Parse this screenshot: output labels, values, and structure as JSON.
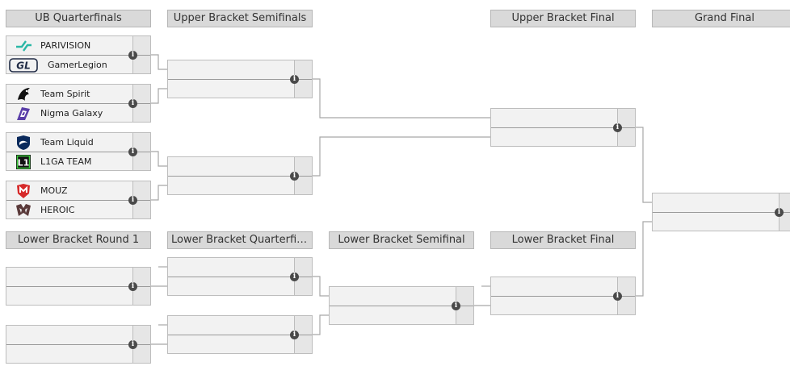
{
  "headers": {
    "ub_quarterfinals": "UB Quarterfinals",
    "upper_bracket_semifinals": "Upper Bracket Semifinals",
    "upper_bracket_final": "Upper Bracket Final",
    "grand_final": "Grand Final",
    "lower_bracket_round1": "Lower Bracket Round 1",
    "lower_bracket_quarterfinals": "Lower Bracket Quarterfin...",
    "lower_bracket_semifinal": "Lower Bracket Semifinal",
    "lower_bracket_final": "Lower Bracket Final"
  },
  "ub_quarterfinals": [
    {
      "team1": {
        "name": "PARIVISION",
        "logo": "parivision-logo"
      },
      "team2": {
        "name": "GamerLegion",
        "logo": "gamerlegion-logo"
      }
    },
    {
      "team1": {
        "name": "Team Spirit",
        "logo": "team-spirit-logo"
      },
      "team2": {
        "name": "Nigma Galaxy",
        "logo": "nigma-galaxy-logo"
      }
    },
    {
      "team1": {
        "name": "Team Liquid",
        "logo": "team-liquid-logo"
      },
      "team2": {
        "name": "L1GA TEAM",
        "logo": "l1ga-team-logo"
      }
    },
    {
      "team1": {
        "name": "MOUZ",
        "logo": "mouz-logo"
      },
      "team2": {
        "name": "HEROIC",
        "logo": "heroic-logo"
      }
    }
  ],
  "info_icon": "i",
  "colors": {
    "header_bg": "#d9d9d9",
    "match_bg": "#f2f2f2",
    "line": "#a8a8a8",
    "info": "#4a4a4a",
    "l1ga_green": "#3dcc3d",
    "mouz_red": "#d62a2a"
  }
}
